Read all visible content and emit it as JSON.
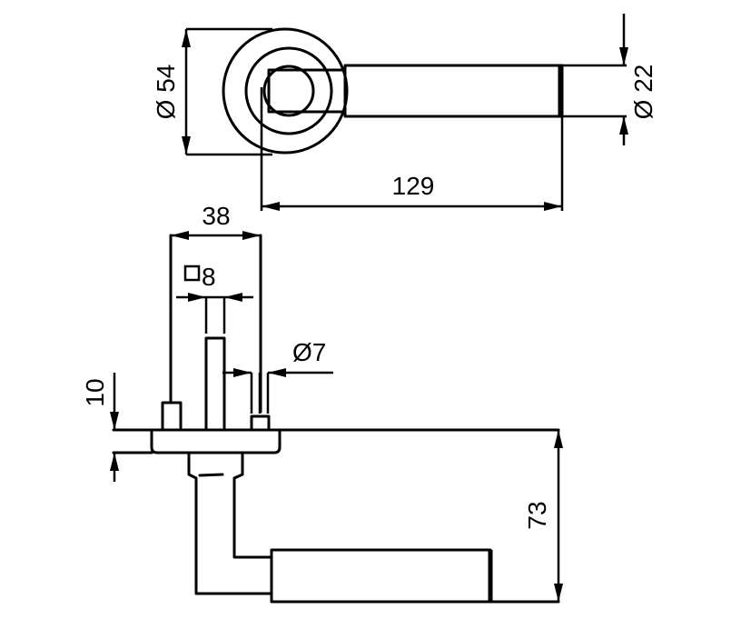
{
  "drawing": {
    "top_view": {
      "rose_diameter": "Ø 54",
      "lever_diameter": "Ø 22",
      "lever_length": "129"
    },
    "side_view": {
      "rose_width": "38",
      "spindle_square_value": "8",
      "pin_diameter": "Ø7",
      "rose_thickness": "10",
      "lever_projection": "73"
    },
    "line_color": "#000000",
    "background_color": "#ffffff"
  }
}
